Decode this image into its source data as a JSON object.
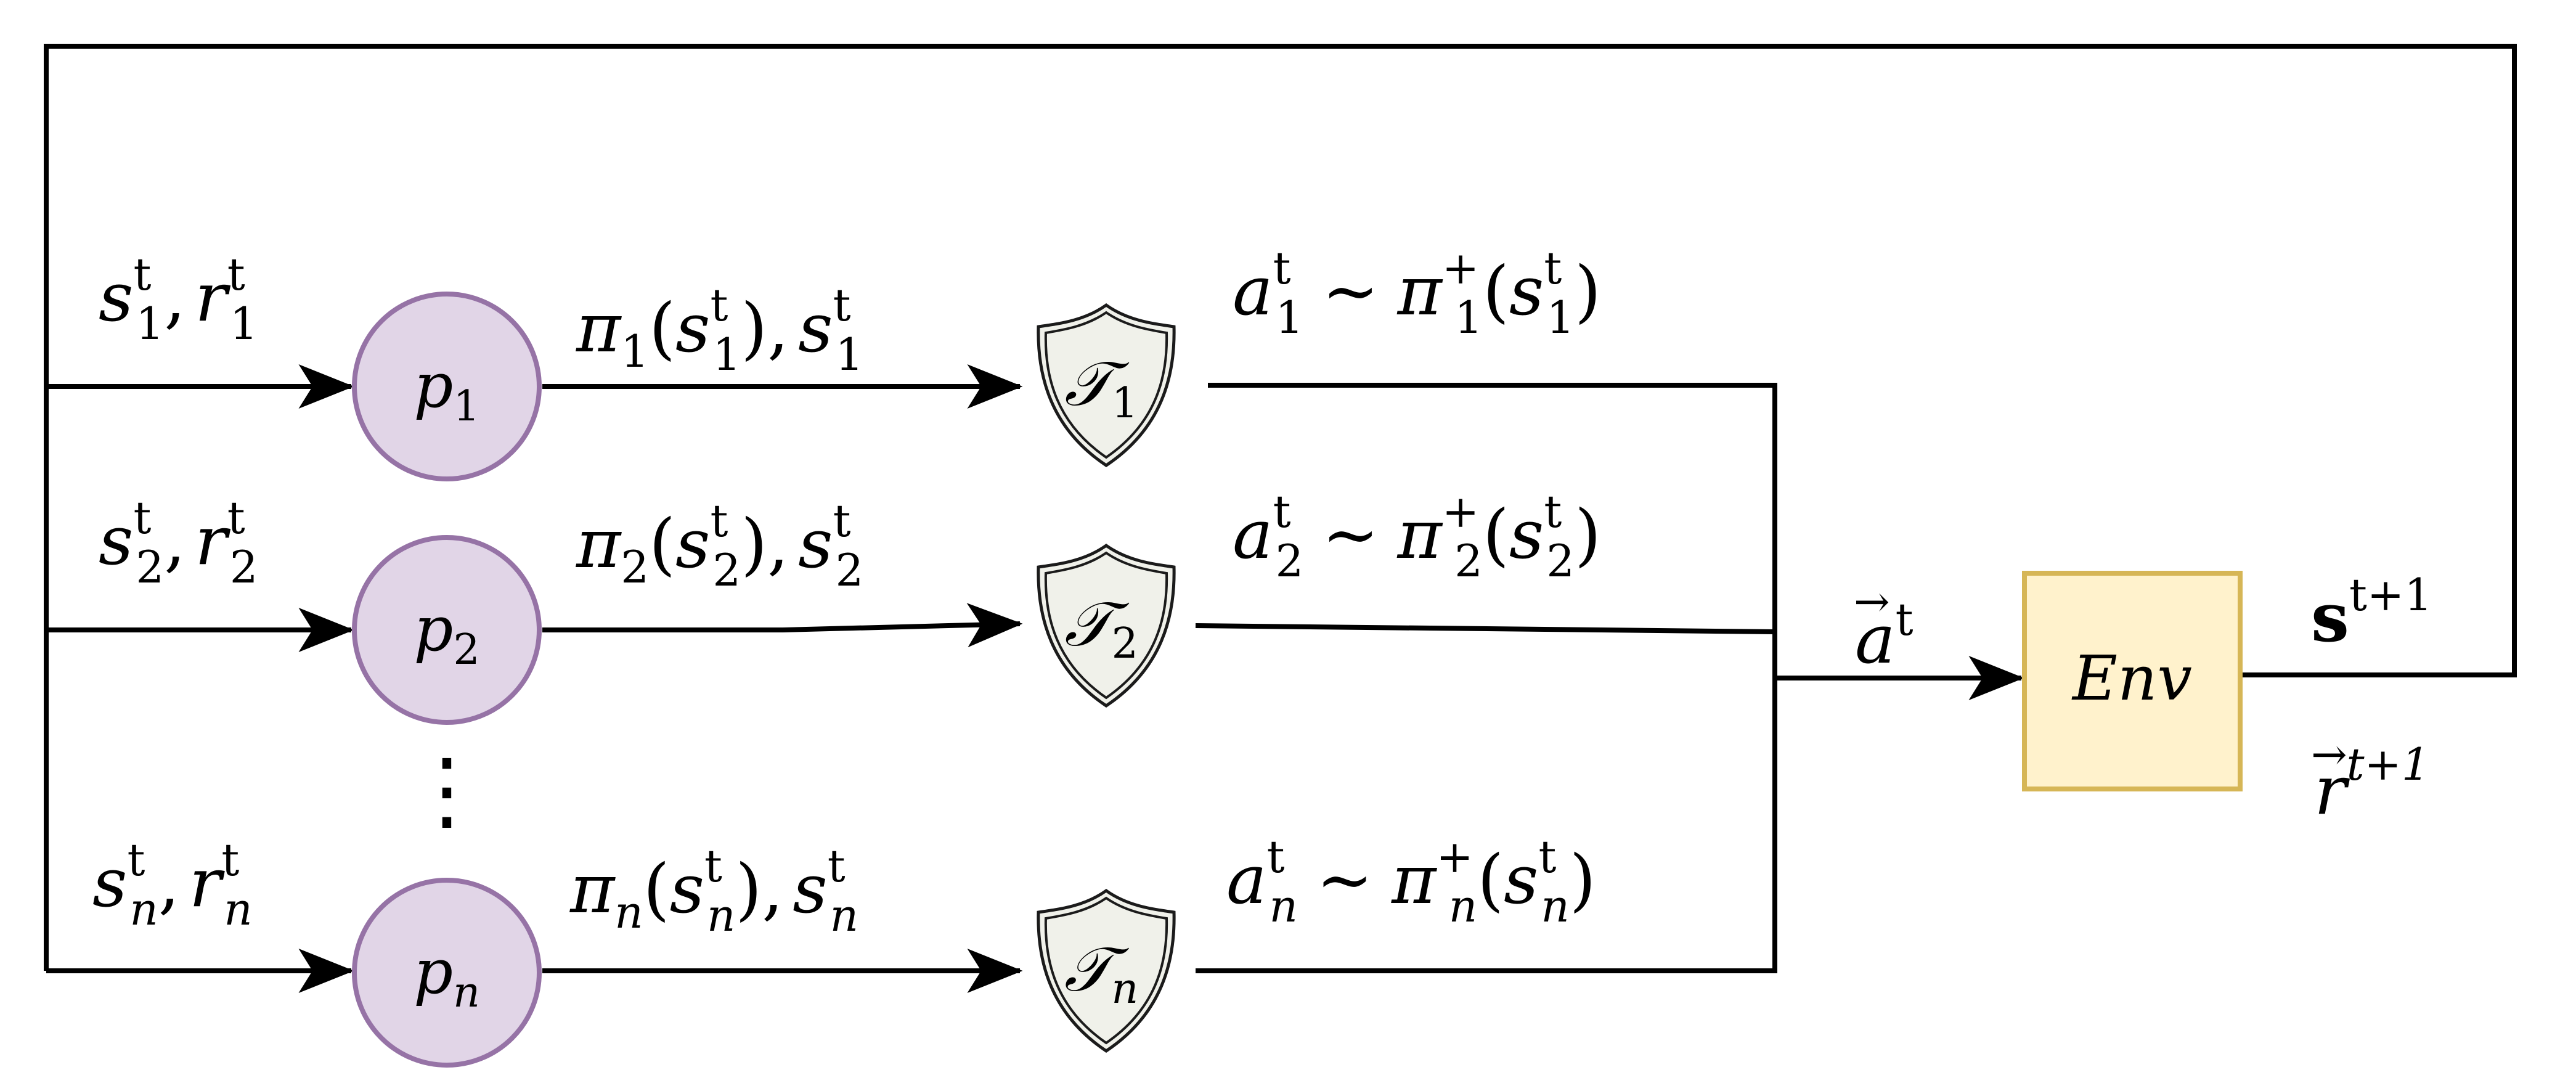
{
  "agents": [
    {
      "node_label": {
        "base": "p",
        "sub": "1"
      },
      "input": {
        "s": "s",
        "r": "r",
        "sup": "t",
        "sub": "1",
        "sep": ","
      },
      "policy": {
        "pi": "π",
        "sub": "1",
        "open": "(",
        "s": "s",
        "s_sup": "t",
        "s_sub": "1",
        "close": "),",
        "tail_s": "s",
        "tail_sup": "t",
        "tail_sub": "1"
      },
      "shield": {
        "symbol": "𝒯",
        "sub": "1"
      },
      "action": {
        "a": "a",
        "sup": "t",
        "sub": "1",
        "sim": "∼",
        "pi": "π",
        "pi_sup": "+",
        "pi_sub": "1",
        "open": "(",
        "s": "s",
        "s_sup": "t",
        "s_sub": "1",
        "close": ")"
      }
    },
    {
      "node_label": {
        "base": "p",
        "sub": "2"
      },
      "input": {
        "s": "s",
        "r": "r",
        "sup": "t",
        "sub": "2",
        "sep": ","
      },
      "policy": {
        "pi": "π",
        "sub": "2",
        "open": "(",
        "s": "s",
        "s_sup": "t",
        "s_sub": "2",
        "close": "),",
        "tail_s": "s",
        "tail_sup": "t",
        "tail_sub": "2"
      },
      "shield": {
        "symbol": "𝒯",
        "sub": "2"
      },
      "action": {
        "a": "a",
        "sup": "t",
        "sub": "2",
        "sim": "∼",
        "pi": "π",
        "pi_sup": "+",
        "pi_sub": "2",
        "open": "(",
        "s": "s",
        "s_sup": "t",
        "s_sub": "2",
        "close": ")"
      }
    },
    {
      "node_label": {
        "base": "p",
        "sub": "n"
      },
      "input": {
        "s": "s",
        "r": "r",
        "sup": "t",
        "sub": "n",
        "sep": ","
      },
      "policy": {
        "pi": "π",
        "sub": "n",
        "open": "(",
        "s": "s",
        "s_sup": "t",
        "s_sub": "n",
        "close": "),",
        "tail_s": "s",
        "tail_sup": "t",
        "tail_sub": "n"
      },
      "shield": {
        "symbol": "𝒯",
        "sub": "n"
      },
      "action": {
        "a": "a",
        "sup": "t",
        "sub": "n",
        "sim": "∼",
        "pi": "π",
        "pi_sup": "+",
        "pi_sub": "n",
        "open": "(",
        "s": "s",
        "s_sup": "t",
        "s_sub": "n",
        "close": ")"
      }
    }
  ],
  "ellipsis": "⋮",
  "joint_action": {
    "vec": "→",
    "base": "a",
    "sup": "t"
  },
  "environment": {
    "label": "Env"
  },
  "next_state": {
    "base": "s",
    "sup": "t+1"
  },
  "reward": {
    "vec": "→",
    "base": "r",
    "sup": "t+1"
  },
  "colors": {
    "agent_fill": "#e1d5e7",
    "agent_stroke": "#9673a6",
    "env_fill": "#fff2cc",
    "env_stroke": "#d6b656",
    "shield_fill": "#f0f1ea",
    "line": "#000000"
  }
}
